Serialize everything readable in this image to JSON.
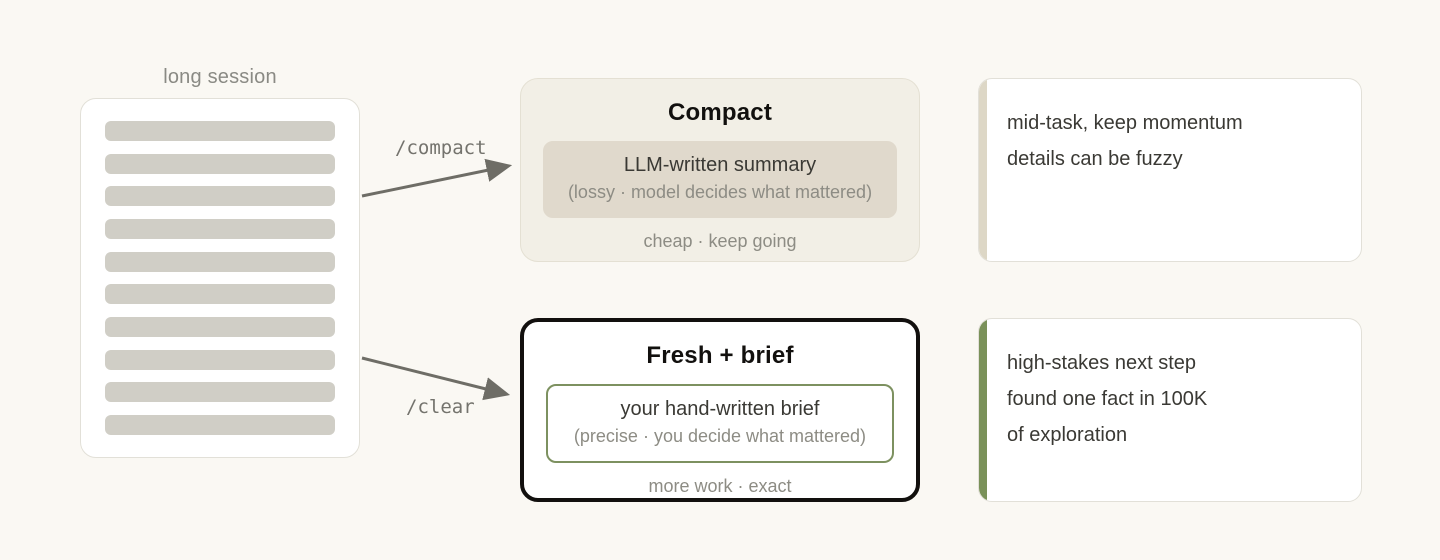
{
  "colors": {
    "page_bg": "#faf8f3",
    "session_bar": "#d0cec6",
    "compact_box_bg": "#f2efe6",
    "compact_panel_bg": "#e0d9cc",
    "fresh_border": "#12100e",
    "fresh_panel_border": "#7d9160",
    "note_accent_compact": "#ddd7c6",
    "note_accent_fresh": "#7a9159",
    "arrow": "#6e6d66",
    "muted_text": "#8d8c84",
    "body_text": "#3a3934"
  },
  "session": {
    "label": "long session",
    "bar_count": 10
  },
  "arrows": [
    {
      "label": "/compact",
      "name": "arrow-compact"
    },
    {
      "label": "/clear",
      "name": "arrow-clear"
    }
  ],
  "options": [
    {
      "id": "compact",
      "title": "Compact",
      "panel_main": "LLM-written summary",
      "panel_sub": "(lossy · model decides what mattered)",
      "footer": "cheap · keep going"
    },
    {
      "id": "fresh",
      "title": "Fresh + brief",
      "panel_main": "your hand-written brief",
      "panel_sub": "(precise · you decide what mattered)",
      "footer": "more work · exact"
    }
  ],
  "notes": [
    {
      "id": "compact",
      "accent": "#ddd7c6",
      "lines": [
        "mid-task, keep momentum",
        "details can be fuzzy"
      ]
    },
    {
      "id": "fresh",
      "accent": "#7a9159",
      "lines": [
        "high-stakes next step",
        "found one fact in 100K",
        "of exploration"
      ]
    }
  ]
}
